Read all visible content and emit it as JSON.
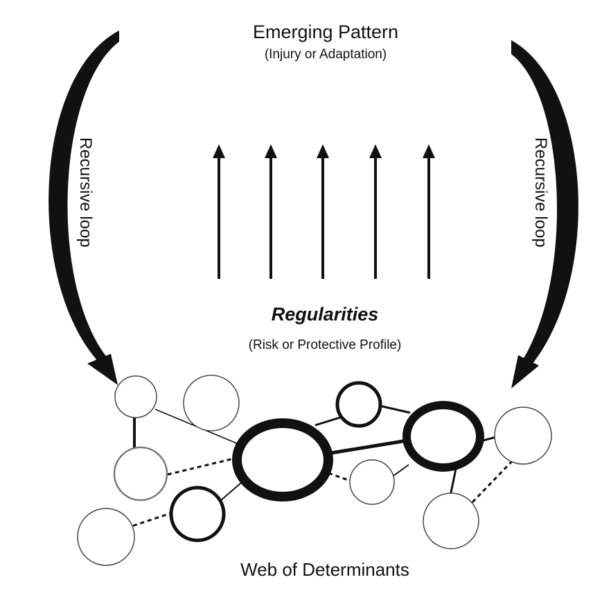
{
  "title": "Emerging Pattern",
  "subtitle": "(Injury or Adaptation)",
  "loop_left_label": "Recursive loop",
  "loop_right_label": "Recursive loop",
  "middle_label": "Regularities",
  "middle_sublabel": "(Risk or Protective Profile)",
  "bottom_label": "Web of Determinants",
  "upward_arrow_count": 5,
  "colors": {
    "ink": "#111111",
    "background": "#ffffff"
  }
}
